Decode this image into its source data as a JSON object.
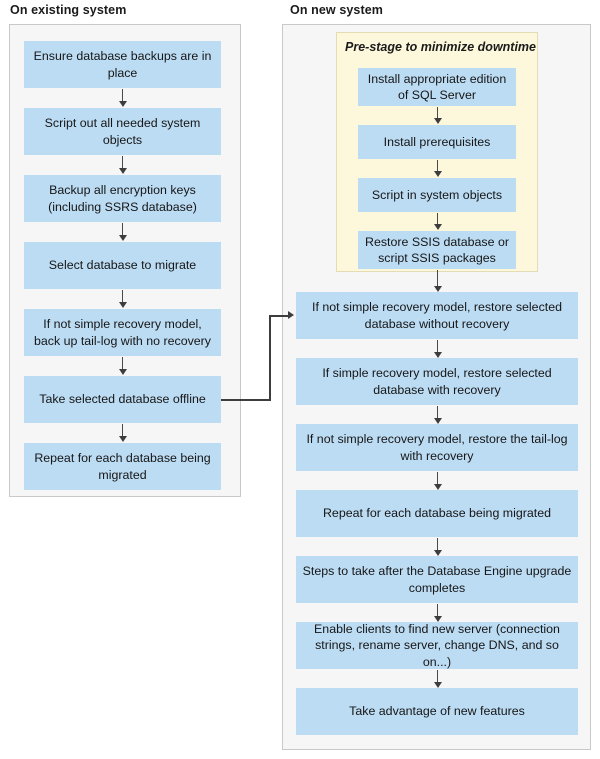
{
  "columns": {
    "left": {
      "header": "On existing system",
      "nodes": [
        {
          "id": "ensure-backups",
          "text": "Ensure database backups are in place"
        },
        {
          "id": "script-objects",
          "text": "Script out all needed system objects"
        },
        {
          "id": "backup-keys",
          "text": "Backup all encryption keys (including SSRS database)"
        },
        {
          "id": "select-database",
          "text": "Select database to migrate"
        },
        {
          "id": "backup-tail-log",
          "text": "If not simple recovery model, back up tail-log with no recovery"
        },
        {
          "id": "take-offline",
          "text": "Take selected database offline"
        },
        {
          "id": "repeat-each-db",
          "text": "Repeat for each database being migrated"
        }
      ]
    },
    "right": {
      "header": "On new system",
      "prestage": {
        "title": "Pre-stage to minimize downtime",
        "nodes": [
          {
            "id": "install-edition",
            "text": "Install appropriate edition of SQL Server"
          },
          {
            "id": "install-prereqs",
            "text": "Install prerequisites"
          },
          {
            "id": "script-in-objects",
            "text": "Script in system objects"
          },
          {
            "id": "restore-ssis",
            "text": "Restore SSIS database or script SSIS packages"
          }
        ]
      },
      "nodes": [
        {
          "id": "restore-without-recovery",
          "text": "If not simple recovery model, restore selected database without recovery"
        },
        {
          "id": "restore-with-recovery",
          "text": "If simple recovery model, restore selected database with recovery"
        },
        {
          "id": "restore-tail-log",
          "text": "If not simple recovery model, restore the tail-log with recovery"
        },
        {
          "id": "repeat-each-db-new",
          "text": "Repeat for each database being migrated"
        },
        {
          "id": "post-upgrade-steps",
          "text": "Steps to take after the Database Engine upgrade completes"
        },
        {
          "id": "enable-clients",
          "text": "Enable clients to find new server (connection strings, rename server, change DNS, and so on...)"
        },
        {
          "id": "new-features",
          "text": "Take advantage of new features"
        }
      ]
    }
  },
  "connector": {
    "from": "take-offline",
    "to": "restore-without-recovery",
    "label": ""
  },
  "colors": {
    "node_fill": "#bcdcf4",
    "panel_fill": "#f6f6f6",
    "panel_border": "#c9c9c9",
    "prestage_fill": "#fdf8dc",
    "prestage_border": "#e3dcb4",
    "arrow": "#3d3d3d",
    "text": "#161616",
    "page_background": "#ffffff"
  }
}
